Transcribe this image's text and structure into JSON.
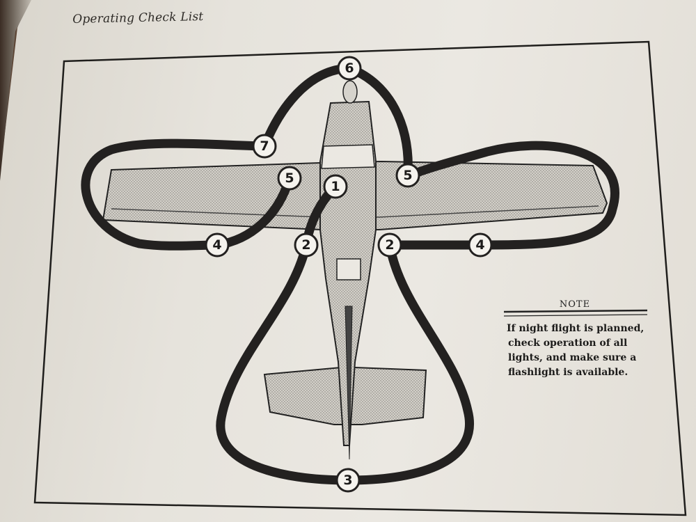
{
  "header": {
    "title": "Operating Check List"
  },
  "checkpoints": [
    {
      "id": "cp-1",
      "label": "1"
    },
    {
      "id": "cp-2-left",
      "label": "2"
    },
    {
      "id": "cp-2-right",
      "label": "2"
    },
    {
      "id": "cp-3",
      "label": "3"
    },
    {
      "id": "cp-4-left",
      "label": "4"
    },
    {
      "id": "cp-4-right",
      "label": "4"
    },
    {
      "id": "cp-5-left",
      "label": "5"
    },
    {
      "id": "cp-5-right",
      "label": "5"
    },
    {
      "id": "cp-6",
      "label": "6"
    },
    {
      "id": "cp-7",
      "label": "7"
    }
  ],
  "note": {
    "title": "NOTE",
    "lines": [
      "If night flight is planned,",
      "check operation of all",
      "lights, and make sure a",
      "flashlight is available."
    ]
  },
  "colors": {
    "path": "#232120",
    "paper": "#e8e5de",
    "ink": "#1c1b1a",
    "aircraft_fill": "#c7c4bd"
  }
}
